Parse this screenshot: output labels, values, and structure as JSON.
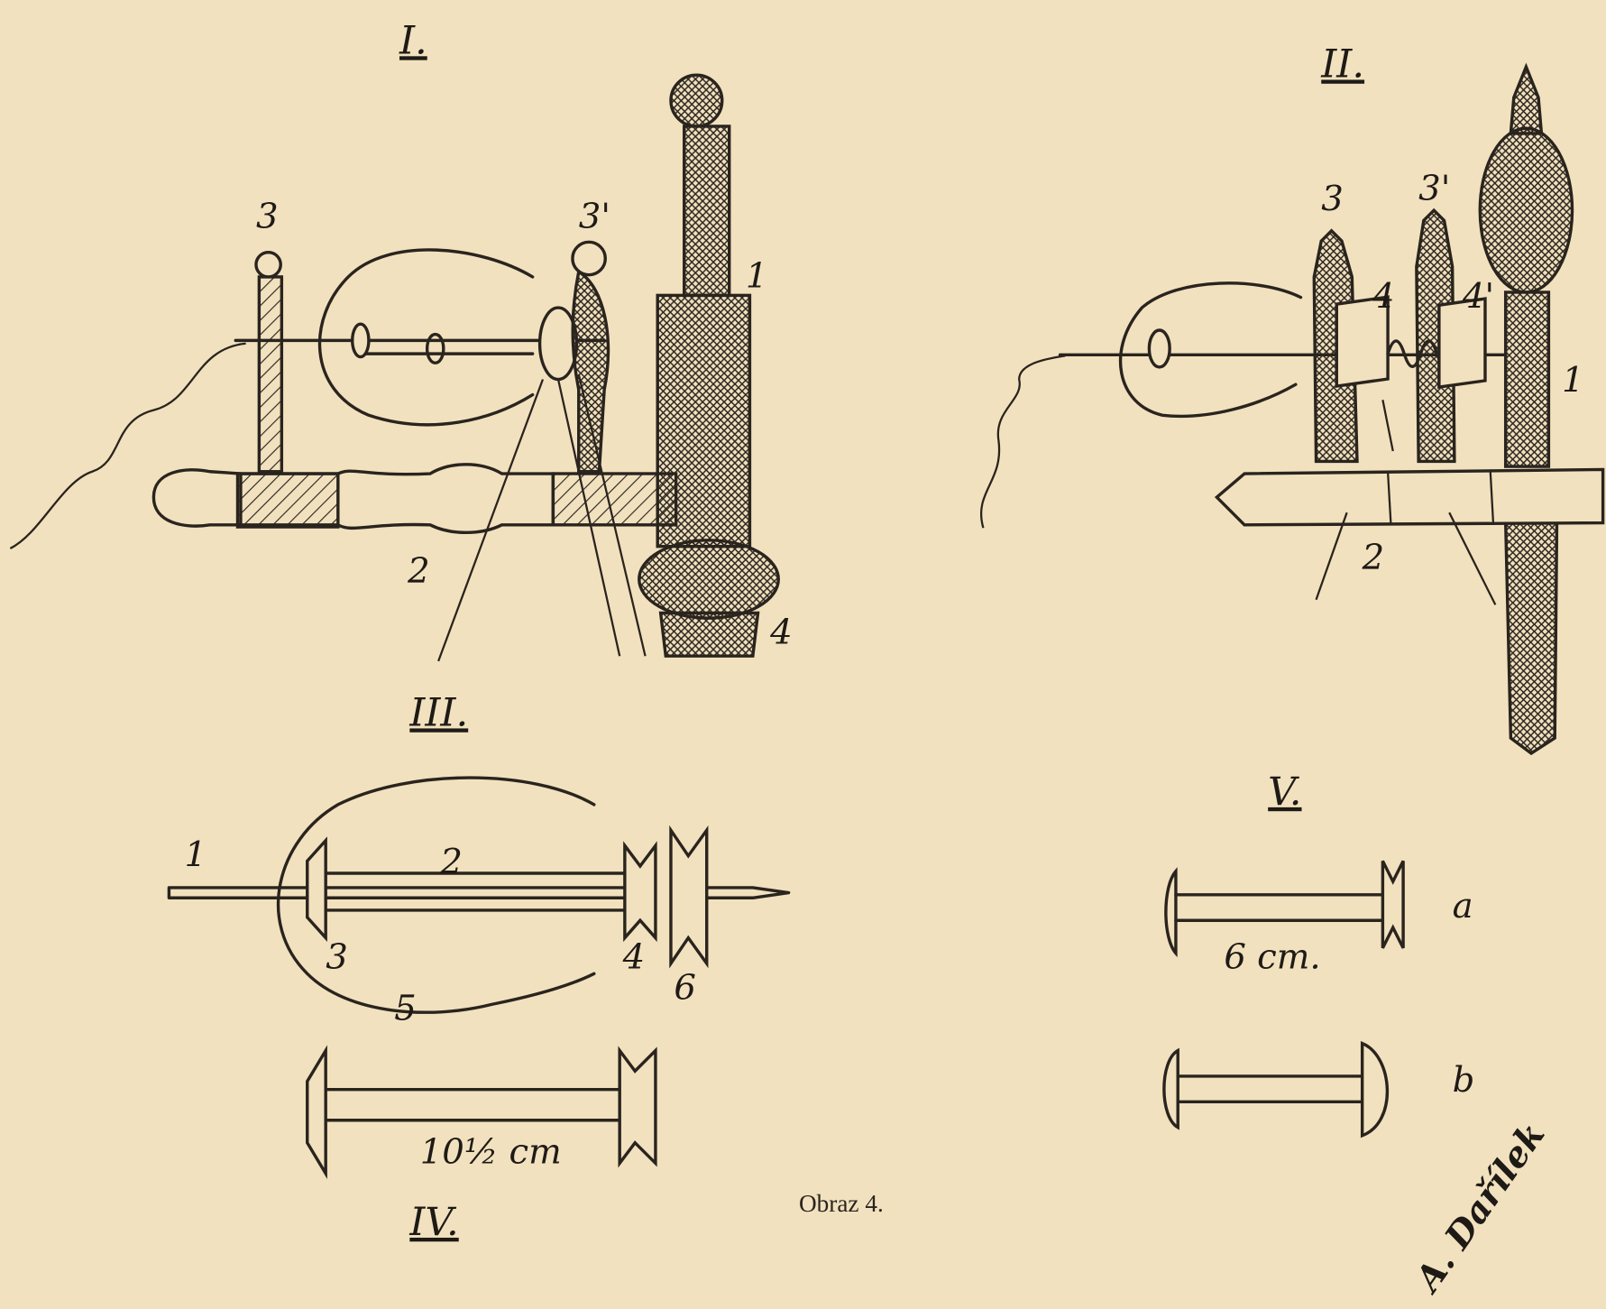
{
  "figure_I": {
    "title": "I.",
    "labels": [
      "3",
      "3'",
      "1",
      "2",
      "4"
    ]
  },
  "figure_II": {
    "title": "II.",
    "labels": [
      "3",
      "3'",
      "4",
      "4'",
      "1",
      "2"
    ]
  },
  "figure_III": {
    "title": "III.",
    "labels": [
      "1",
      "2",
      "3",
      "4",
      "5",
      "6"
    ]
  },
  "figure_IV": {
    "title": "IV.",
    "dimension": "10½ cm"
  },
  "figure_V": {
    "title": "V.",
    "labels": [
      "a",
      "b"
    ],
    "dimension": "6 cm."
  },
  "caption": "Obraz 4.",
  "signature": "A. Dařílek",
  "colors": {
    "paper": "#f1e1be",
    "ink": "#2a241e"
  }
}
